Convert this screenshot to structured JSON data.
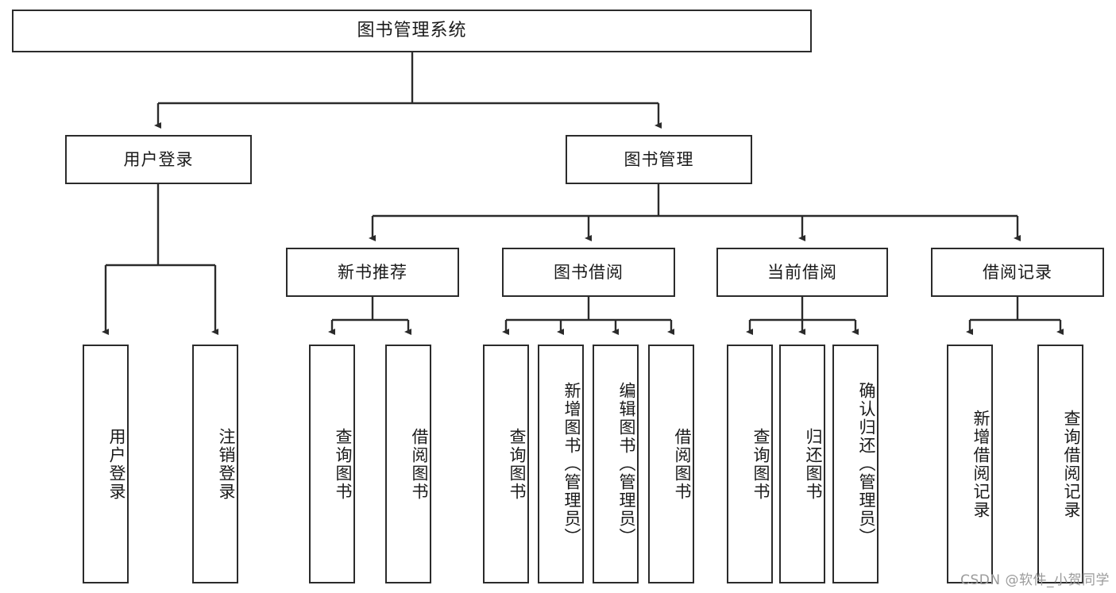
{
  "diagram": {
    "title": "图书管理系统",
    "type": "tree-hierarchy-diagram",
    "colors": {
      "box_border": "#2b2b2b",
      "box_fill": "#ffffff",
      "edge": "#2b2b2b",
      "text": "#1a1a1a",
      "watermark": "#9b9b9b",
      "background": "#ffffff"
    },
    "root": {
      "label": "图书管理系统"
    },
    "level2": [
      {
        "label": "用户登录"
      },
      {
        "label": "图书管理"
      }
    ],
    "level3": [
      {
        "label": "新书推荐"
      },
      {
        "label": "图书借阅"
      },
      {
        "label": "当前借阅"
      },
      {
        "label": "借阅记录"
      }
    ],
    "leaves": {
      "user_login": [
        {
          "label": "用户登录"
        },
        {
          "label": "注销登录"
        }
      ],
      "new_book_recommend": [
        {
          "label": "查询图书"
        },
        {
          "label": "借阅图书"
        }
      ],
      "book_borrow": [
        {
          "label": "查询图书"
        },
        {
          "label": "新增图书（管理员）"
        },
        {
          "label": "编辑图书（管理员）"
        },
        {
          "label": "借阅图书"
        }
      ],
      "current_borrow": [
        {
          "label": "查询图书"
        },
        {
          "label": "归还图书"
        },
        {
          "label": "确认归还（管理员）"
        }
      ],
      "borrow_record": [
        {
          "label": "新增借阅记录"
        },
        {
          "label": "查询借阅记录"
        }
      ]
    },
    "watermark": "CSDN @软件_小贺同学"
  }
}
